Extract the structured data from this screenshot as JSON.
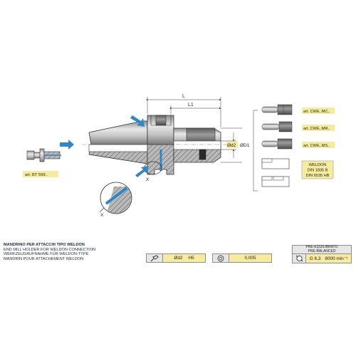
{
  "drawing": {
    "dimensions": {
      "L": "L",
      "L1": "L1",
      "d2": "Ød2",
      "D1": "ØD1"
    },
    "detail_mark": "X",
    "detail_view_mark": "X",
    "pull_stud_ref": "art. BT 599..",
    "accessory_refs": [
      "art. CWE..MC..",
      "art. CWE..MR..",
      "art. CWE..MS.."
    ],
    "weldon_box": {
      "title": "WELDON",
      "norms": [
        "DIN 1835 B",
        "DIN 6535 HB"
      ]
    }
  },
  "titles": [
    "MANDRINO PER ATTACCHI TIPO WELDON",
    "END MILL HOLDER FOR WELDON CONNECTION",
    "WERKZEUGAUFNAHME FÜR WELDON-TYPE",
    "MANDRIN POUR ATTACHEMENT WELDON"
  ],
  "specs": {
    "bore_label": "Ød2",
    "bore_tolerance": "H5",
    "runout_value": "0,005"
  },
  "balancing": {
    "header_line1": "PRE-EQUILIBRATO",
    "header_line2": "PRE-BALANCED",
    "grade": "G 6,3",
    "speed": "8000 min⁻¹"
  },
  "colors": {
    "highlight": "#f7ec9d",
    "arrow_blue": "#2f86c8",
    "steel_light": "#d9d9d9",
    "steel_dark": "#8c8c8c",
    "hatch": "#555555"
  },
  "icons": [
    "clamping-icon",
    "runout-icon",
    "balancing-icon",
    "flow-arrow-icon"
  ]
}
